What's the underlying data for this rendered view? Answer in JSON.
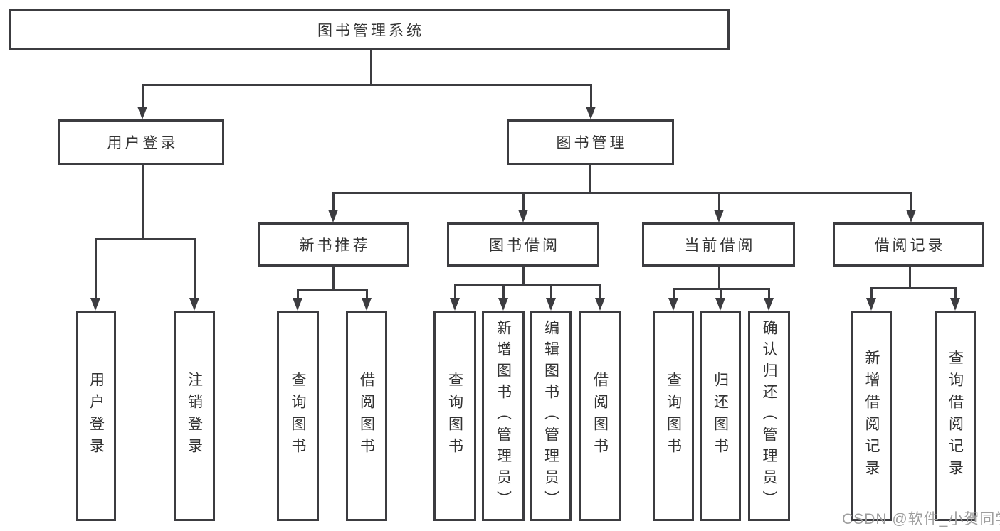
{
  "tree": {
    "root": {
      "label": "图书管理系统",
      "children": [
        {
          "label": "用户登录",
          "children": [
            {
              "label": "用户登录"
            },
            {
              "label": "注销登录"
            }
          ]
        },
        {
          "label": "图书管理",
          "children": [
            {
              "label": "新书推荐",
              "children": [
                {
                  "label": "查询图书"
                },
                {
                  "label": "借阅图书"
                }
              ]
            },
            {
              "label": "图书借阅",
              "children": [
                {
                  "label": "查询图书"
                },
                {
                  "label": "新增图书（管理员）"
                },
                {
                  "label": "编辑图书（管理员）"
                },
                {
                  "label": "借阅图书"
                }
              ]
            },
            {
              "label": "当前借阅",
              "children": [
                {
                  "label": "查询图书"
                },
                {
                  "label": "归还图书"
                },
                {
                  "label": "确认归还（管理员）"
                }
              ]
            },
            {
              "label": "借阅记录",
              "children": [
                {
                  "label": "新增借阅记录"
                },
                {
                  "label": "查询借阅记录"
                }
              ]
            }
          ]
        }
      ]
    }
  },
  "watermark": {
    "text": "CSDN @软件_小贺同学"
  },
  "colors": {
    "line": "#3c3c40",
    "box_border": "#3c3c40",
    "text": "#333333",
    "watermark": "#9e9e9e",
    "background": "#ffffff"
  }
}
